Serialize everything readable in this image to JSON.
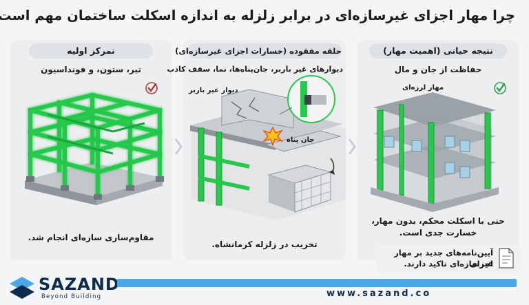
{
  "title": "چرا مهار اجزای غیرسازه‌ای در برابر زلزله به اندازه اسکلت ساختمان مهم است؟",
  "panels": [
    {
      "heading": "تمرکز اولیه",
      "subtitle": "تیر، ستون، و فونداسیون",
      "caption": "مقاوم‌سازی سازه‌ای انجام شد."
    },
    {
      "heading": "حلقه مفقوده (خسارات اجزای غیرسازه‌ای)",
      "subtitle": "دیوارهای غیر باربر، جان‌پناه‌ها، نما، سقف کاذب",
      "label_wall": "دیوار غیر باربر",
      "label_parapet": "جان پناه",
      "caption": "تخریب در زلزله کرمانشاه."
    },
    {
      "heading": "نتیجه حیاتی (اهمیت مهار)",
      "subtitle": "حفاظت از جان و مال",
      "label_brace": "مهار لرزه‌ای",
      "caption_line1": "حتی با اسکلت محکم، بدون مهار،",
      "caption_line2": "خسارت جدی است."
    }
  ],
  "note": {
    "line1": "آیین‌نامه‌های جدید بر مهار اجزای",
    "line2": "غیرسازه‌ای تاکید دارند."
  },
  "brand": {
    "name": "SAZAND",
    "slogan": "Beyond Building",
    "url": "www.sazand.co"
  },
  "colors": {
    "steel_green": "#22c24a",
    "check_green": "#2ea44f",
    "check_red": "#c0392b",
    "accent_blue": "#4aa8e6",
    "brand_navy": "#0d2c4b"
  },
  "icons": [
    "check-icon",
    "document-icon",
    "sazand-logo",
    "chevron-right-icon",
    "explosion-icon"
  ]
}
